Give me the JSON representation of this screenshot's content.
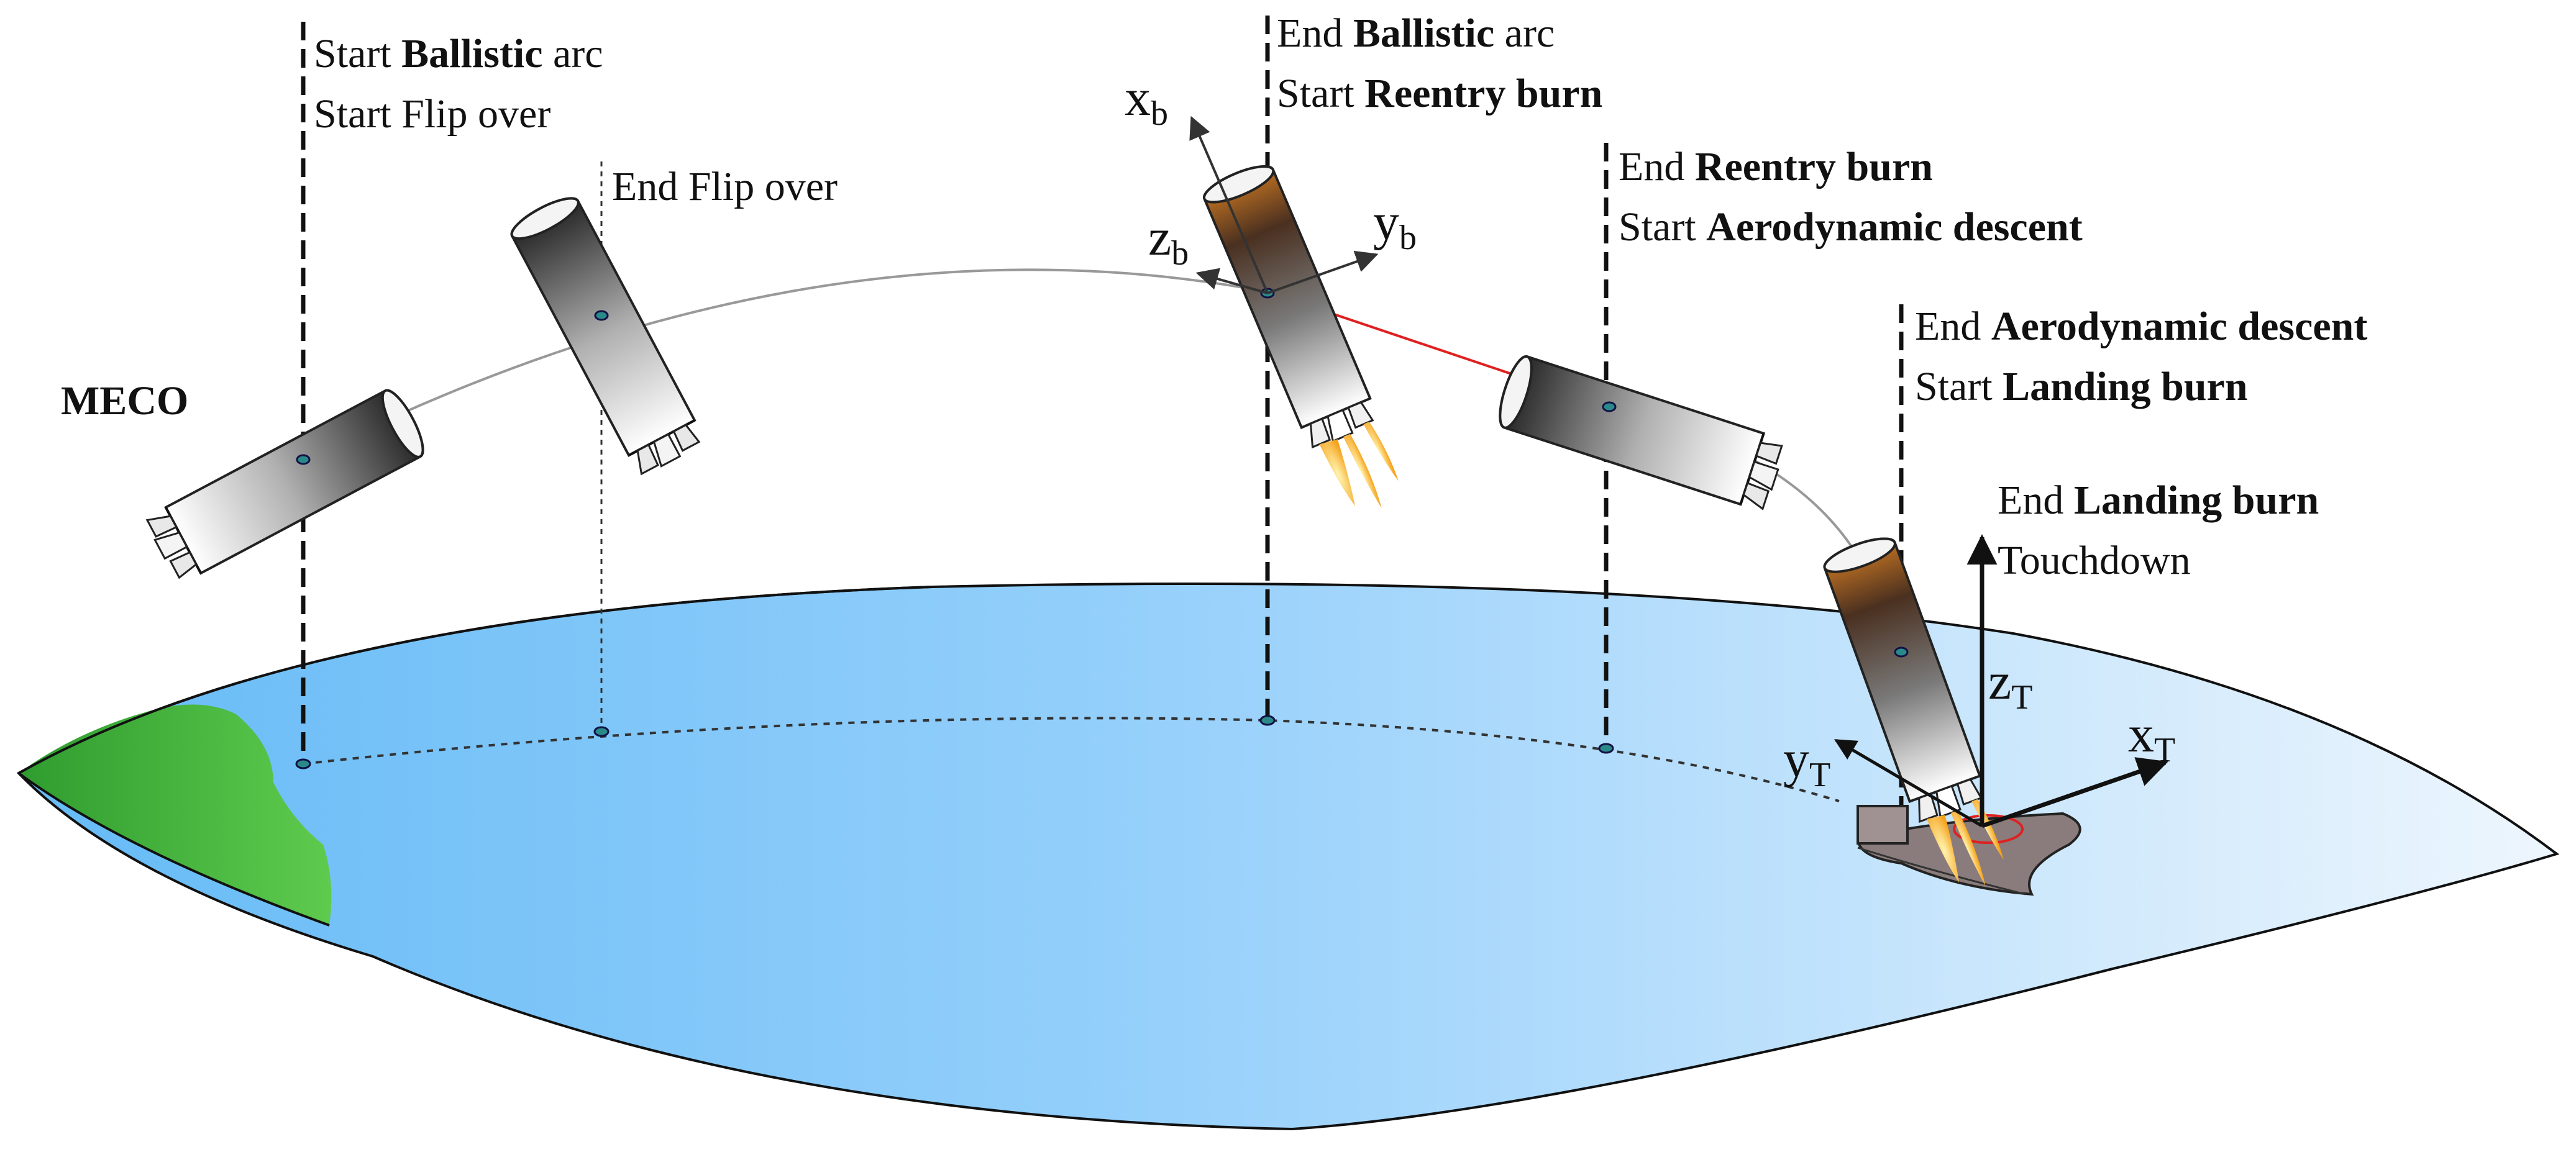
{
  "labels": {
    "meco": "MECO",
    "start_ballistic": [
      "Start ",
      "Ballistic",
      " arc"
    ],
    "start_flip": "Start Flip over",
    "end_flip": "End Flip over",
    "end_ballistic": [
      "End ",
      "Ballistic",
      " arc"
    ],
    "start_reentry": [
      "Start ",
      "Reentry burn"
    ],
    "end_reentry": [
      "End ",
      "Reentry burn"
    ],
    "start_aero": [
      "Start ",
      "Aerodynamic descent"
    ],
    "end_aero": [
      "End ",
      "Aerodynamic descent"
    ],
    "start_landing": [
      "Start ",
      "Landing burn"
    ],
    "end_landing": [
      "End ",
      "Landing burn"
    ],
    "touchdown": "Touchdown"
  },
  "axes": {
    "body": {
      "x": "x",
      "x_sub": "b",
      "y": "y",
      "y_sub": "b",
      "z": "z",
      "z_sub": "b"
    },
    "target": {
      "x": "x",
      "x_sub": "T",
      "y": "y",
      "y_sub": "T",
      "z": "z",
      "z_sub": "T"
    }
  },
  "colors": {
    "sea_left": "#66bbf6",
    "sea_right": "#eef6fd",
    "land": "#5ecb4e",
    "rocket_dark": "#202020",
    "rocket_light": "#ffffff",
    "flame": "#f6a21c",
    "burn_trajectory": "#e02020",
    "barge": "#8a7c7c"
  },
  "icons": {
    "rocket": "booster-icon",
    "barge": "landing-barge-icon"
  }
}
